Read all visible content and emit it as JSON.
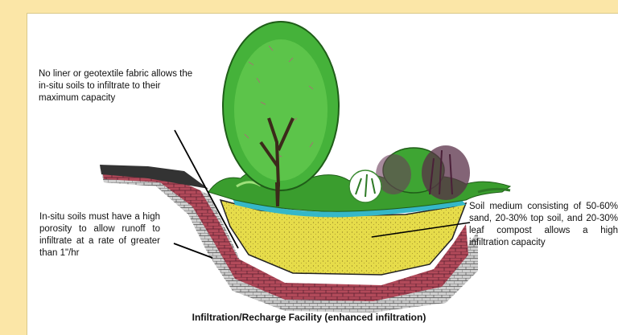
{
  "annotations": {
    "no_liner": "No liner or geotextile fabric allows the in-situ soils to infiltrate to their maximum capacity",
    "insitu_soils": "In-situ soils must have a high porosity to allow runoff to infiltrate at a rate of greater than 1\"/hr",
    "soil_medium": "Soil medium consisting of 50-60% sand, 20-30% top soil, and 20-30% leaf compost allows a high infiltration capacity"
  },
  "caption": "Infiltration/Recharge Facility (enhanced infiltration)",
  "colors": {
    "background": "#fbe6a7",
    "soil_medium": "#e6dc4a",
    "brick_soil": "#b24a5a",
    "water": "#35b7c8",
    "foliage": "#45b23a"
  }
}
